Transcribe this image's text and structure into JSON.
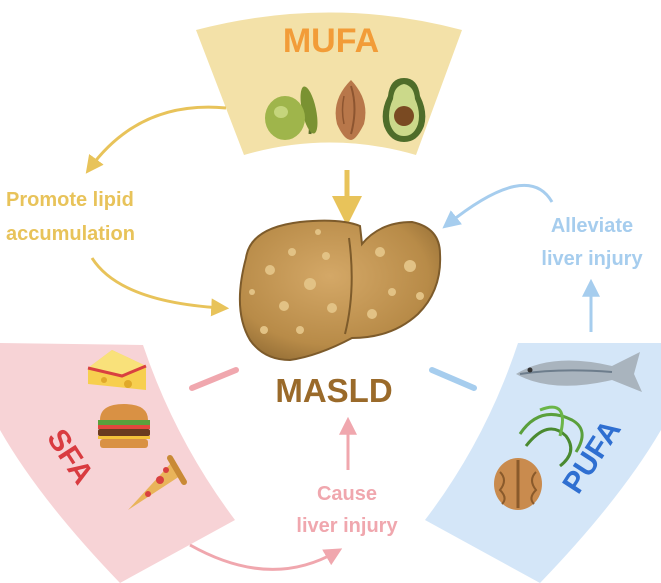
{
  "mufa": {
    "label": "MUFA",
    "color": "#f29c38",
    "panel": "#f3e1a8"
  },
  "sfa": {
    "label": "SFA",
    "color": "#d93b40",
    "panel": "#f7d3d6"
  },
  "pufa": {
    "label": "PUFA",
    "color": "#2f6fd1",
    "panel": "#d4e6f8"
  },
  "center": {
    "label": "MASLD",
    "color": "#9a6a2a"
  },
  "effects": {
    "promote_line1": "Promote lipid",
    "promote_line2": "accumulation",
    "promote_color": "#e8c35a",
    "alleviate_line1": "Alleviate",
    "alleviate_line2": "liver injury",
    "alleviate_color": "#a6cdee",
    "cause_line1": "Cause",
    "cause_line2": "liver injury",
    "cause_color": "#f0a7ae"
  },
  "icons": {
    "mufa": [
      "olive-icon",
      "almond-icon",
      "avocado-icon"
    ],
    "sfa": [
      "cheese-icon",
      "burger-icon",
      "pizza-icon"
    ],
    "pufa": [
      "fish-icon",
      "seaweed-icon",
      "walnut-icon"
    ],
    "center": "liver-icon"
  }
}
